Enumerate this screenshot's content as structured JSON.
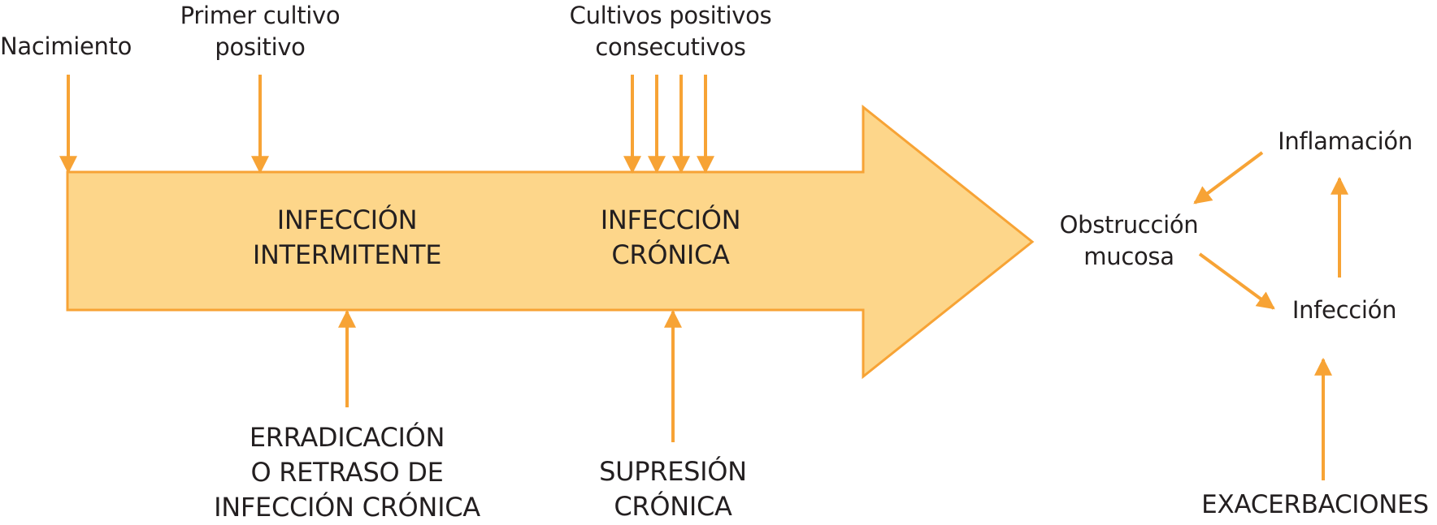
{
  "colors": {
    "arrow_fill": "#fdd68a",
    "arrow_stroke": "#f7a335",
    "pointer_arrow": "#f7a335",
    "text": "#231f20"
  },
  "timeline": {
    "birth_label": "Nacimiento",
    "first_culture": [
      "Primer cultivo",
      "positivo"
    ],
    "consecutive_cultures": [
      "Cultivos positivos",
      "consecutivos"
    ]
  },
  "stages": {
    "intermittent": [
      "INFECCIÓN",
      "INTERMITENTE"
    ],
    "chronic": [
      "INFECCIÓN",
      "CRÓNICA"
    ]
  },
  "treatments": {
    "eradication": [
      "ERRADICACIÓN",
      "O RETRASO DE",
      "INFECCIÓN CRÓNICA"
    ],
    "suppression": [
      "SUPRESIÓN",
      "CRÓNICA"
    ]
  },
  "cycle": {
    "inflammation": "Inflamación",
    "obstruction": [
      "Obstrucción",
      "mucosa"
    ],
    "infection": "Infección",
    "exacerbations": "EXACERBACIONES"
  }
}
